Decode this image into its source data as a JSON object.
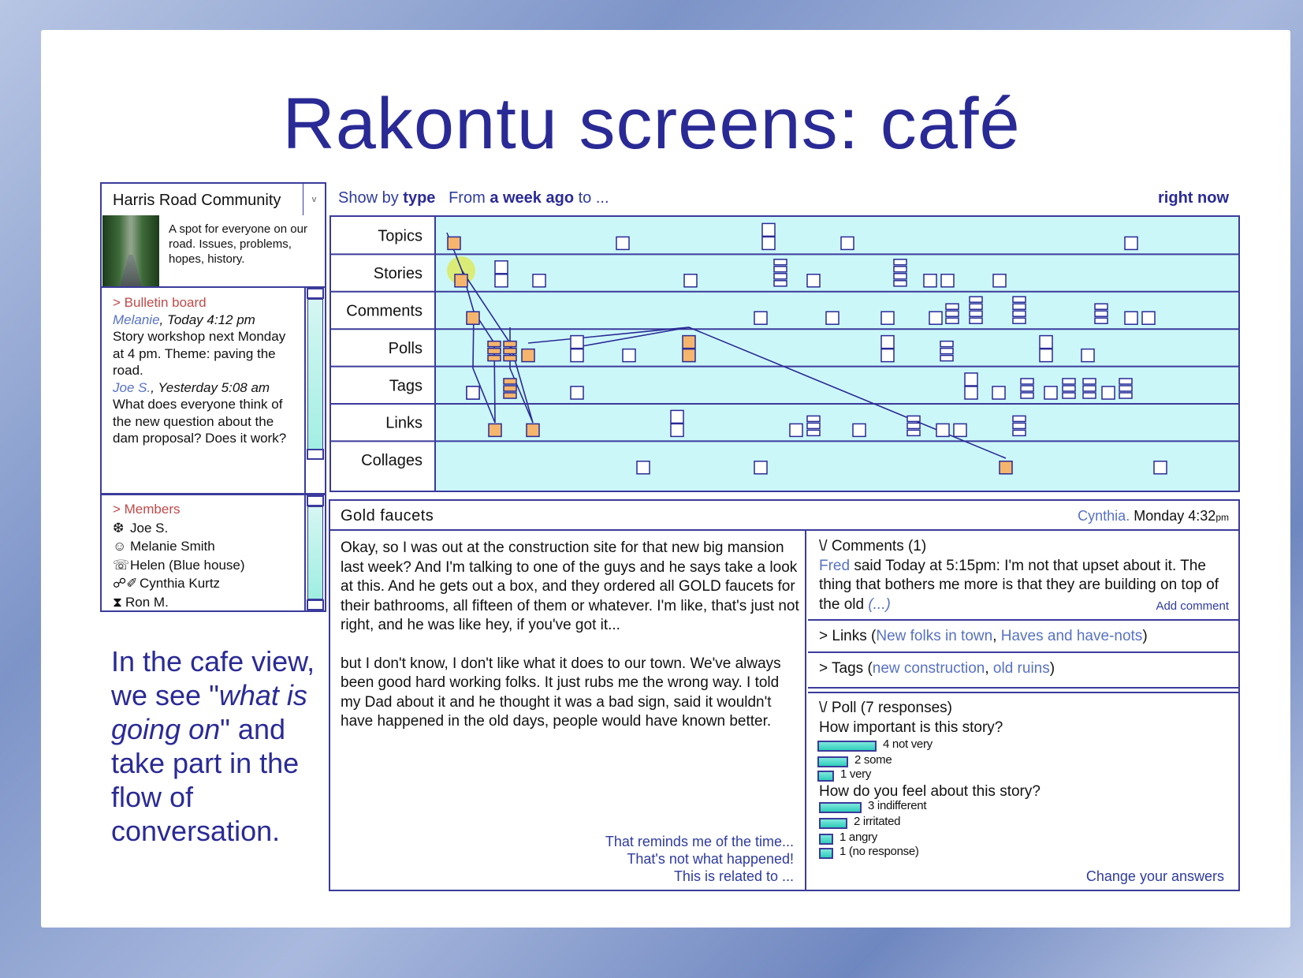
{
  "slide": {
    "title": "Rakontu screens: café"
  },
  "community": {
    "name": "Harris Road Community",
    "dropdown_glyph": "v",
    "description": "A spot for everyone on our road. Issues, problems, hopes, history."
  },
  "bulletin": {
    "heading": "> Bulletin board",
    "posts": [
      {
        "author": "Melanie",
        "when": ", Today 4:12 pm",
        "text": "Story workshop next Monday at 4 pm. Theme: paving the road."
      },
      {
        "author": "Joe S.",
        "when": ", Yesterday 5:08 am",
        "text": "What does everyone think of the new question about the dam proposal? Does it work?"
      }
    ]
  },
  "members": {
    "heading": "> Members",
    "items": [
      {
        "icon": "❆",
        "icon_name": "snowflake-icon",
        "name": "Joe S."
      },
      {
        "icon": "☺",
        "icon_name": "smiley-icon",
        "name": "Melanie Smith"
      },
      {
        "icon": "☏",
        "icon_name": "phone-icon",
        "name": "Helen (Blue house)"
      },
      {
        "icon": "☍✐",
        "icon_name": "link-pencil-icon",
        "name": "Cynthia Kurtz"
      },
      {
        "icon": "⧗",
        "icon_name": "hourglass-icon",
        "name": "Ron M."
      }
    ]
  },
  "caption": {
    "line1": "In the cafe view, we see \"",
    "emph1": "what is going on",
    "line2": "\" and take part in the flow of conversation."
  },
  "timeline": {
    "show_by": "Show by",
    "show_by_value": "type",
    "from": "From",
    "from_value": "a week ago",
    "to": "to ...",
    "right_now": "right now",
    "rows": [
      "Topics",
      "Stories",
      "Comments",
      "Polls",
      "Tags",
      "Links",
      "Collages"
    ],
    "colors": {
      "lane": "#ccf7f9",
      "border": "#3b3b9b",
      "highlight": "#f6b56c",
      "glow": "#e3e21e"
    }
  },
  "story": {
    "title": "Gold faucets",
    "author": "Cynthia.",
    "day": "Monday",
    "time": "4:32",
    "ampm": "pm",
    "paragraph1": "Okay, so I was out at the construction site for that new big mansion last week? And I'm talking to one of the guys and he says take a look at this. And he gets out a box, and they ordered all GOLD faucets for their bathrooms, all fifteen of them or whatever. I'm like, that's just not right, and he was like hey, if you've got it...",
    "paragraph2": "but I don't know, I don't like what it does to our town. We've always been good hard working folks. It just rubs me the wrong way. I told my Dad about it and he thought it was a bad sign, said it wouldn't have happened in the old days, people would have known better.",
    "actions": [
      "That reminds me of the time...",
      "That's not what happened!",
      "This is related to ..."
    ]
  },
  "comments": {
    "heading": "\\/ Comments (1)",
    "author": "Fred",
    "text": " said Today at 5:15pm: I'm not that upset about it. The thing that bothers me more is that they are building on top of the old ",
    "more": "(...)",
    "add": "Add comment"
  },
  "links": {
    "prefix": "> Links (",
    "items": [
      "New folks in town",
      "Haves and have-nots"
    ],
    "sep": ", ",
    "suffix": ")"
  },
  "tags": {
    "prefix": "> Tags (",
    "items": [
      "new construction",
      "old ruins"
    ],
    "sep": ", ",
    "suffix": ")"
  },
  "poll": {
    "heading": "\\/ Poll (7 responses)",
    "questions": [
      {
        "q": "How important is this story?",
        "answers": [
          {
            "label": "4 not very",
            "count": 4
          },
          {
            "label": "2 some",
            "count": 2
          },
          {
            "label": "1 very",
            "count": 1
          }
        ]
      },
      {
        "q": "How do you feel about this story?",
        "answers": [
          {
            "label": "3 indifferent",
            "count": 3
          },
          {
            "label": "2 irritated",
            "count": 2
          },
          {
            "label": "1 angry",
            "count": 1
          },
          {
            "label": "1 (no response)",
            "count": 1
          }
        ]
      }
    ],
    "change": "Change your answers"
  }
}
